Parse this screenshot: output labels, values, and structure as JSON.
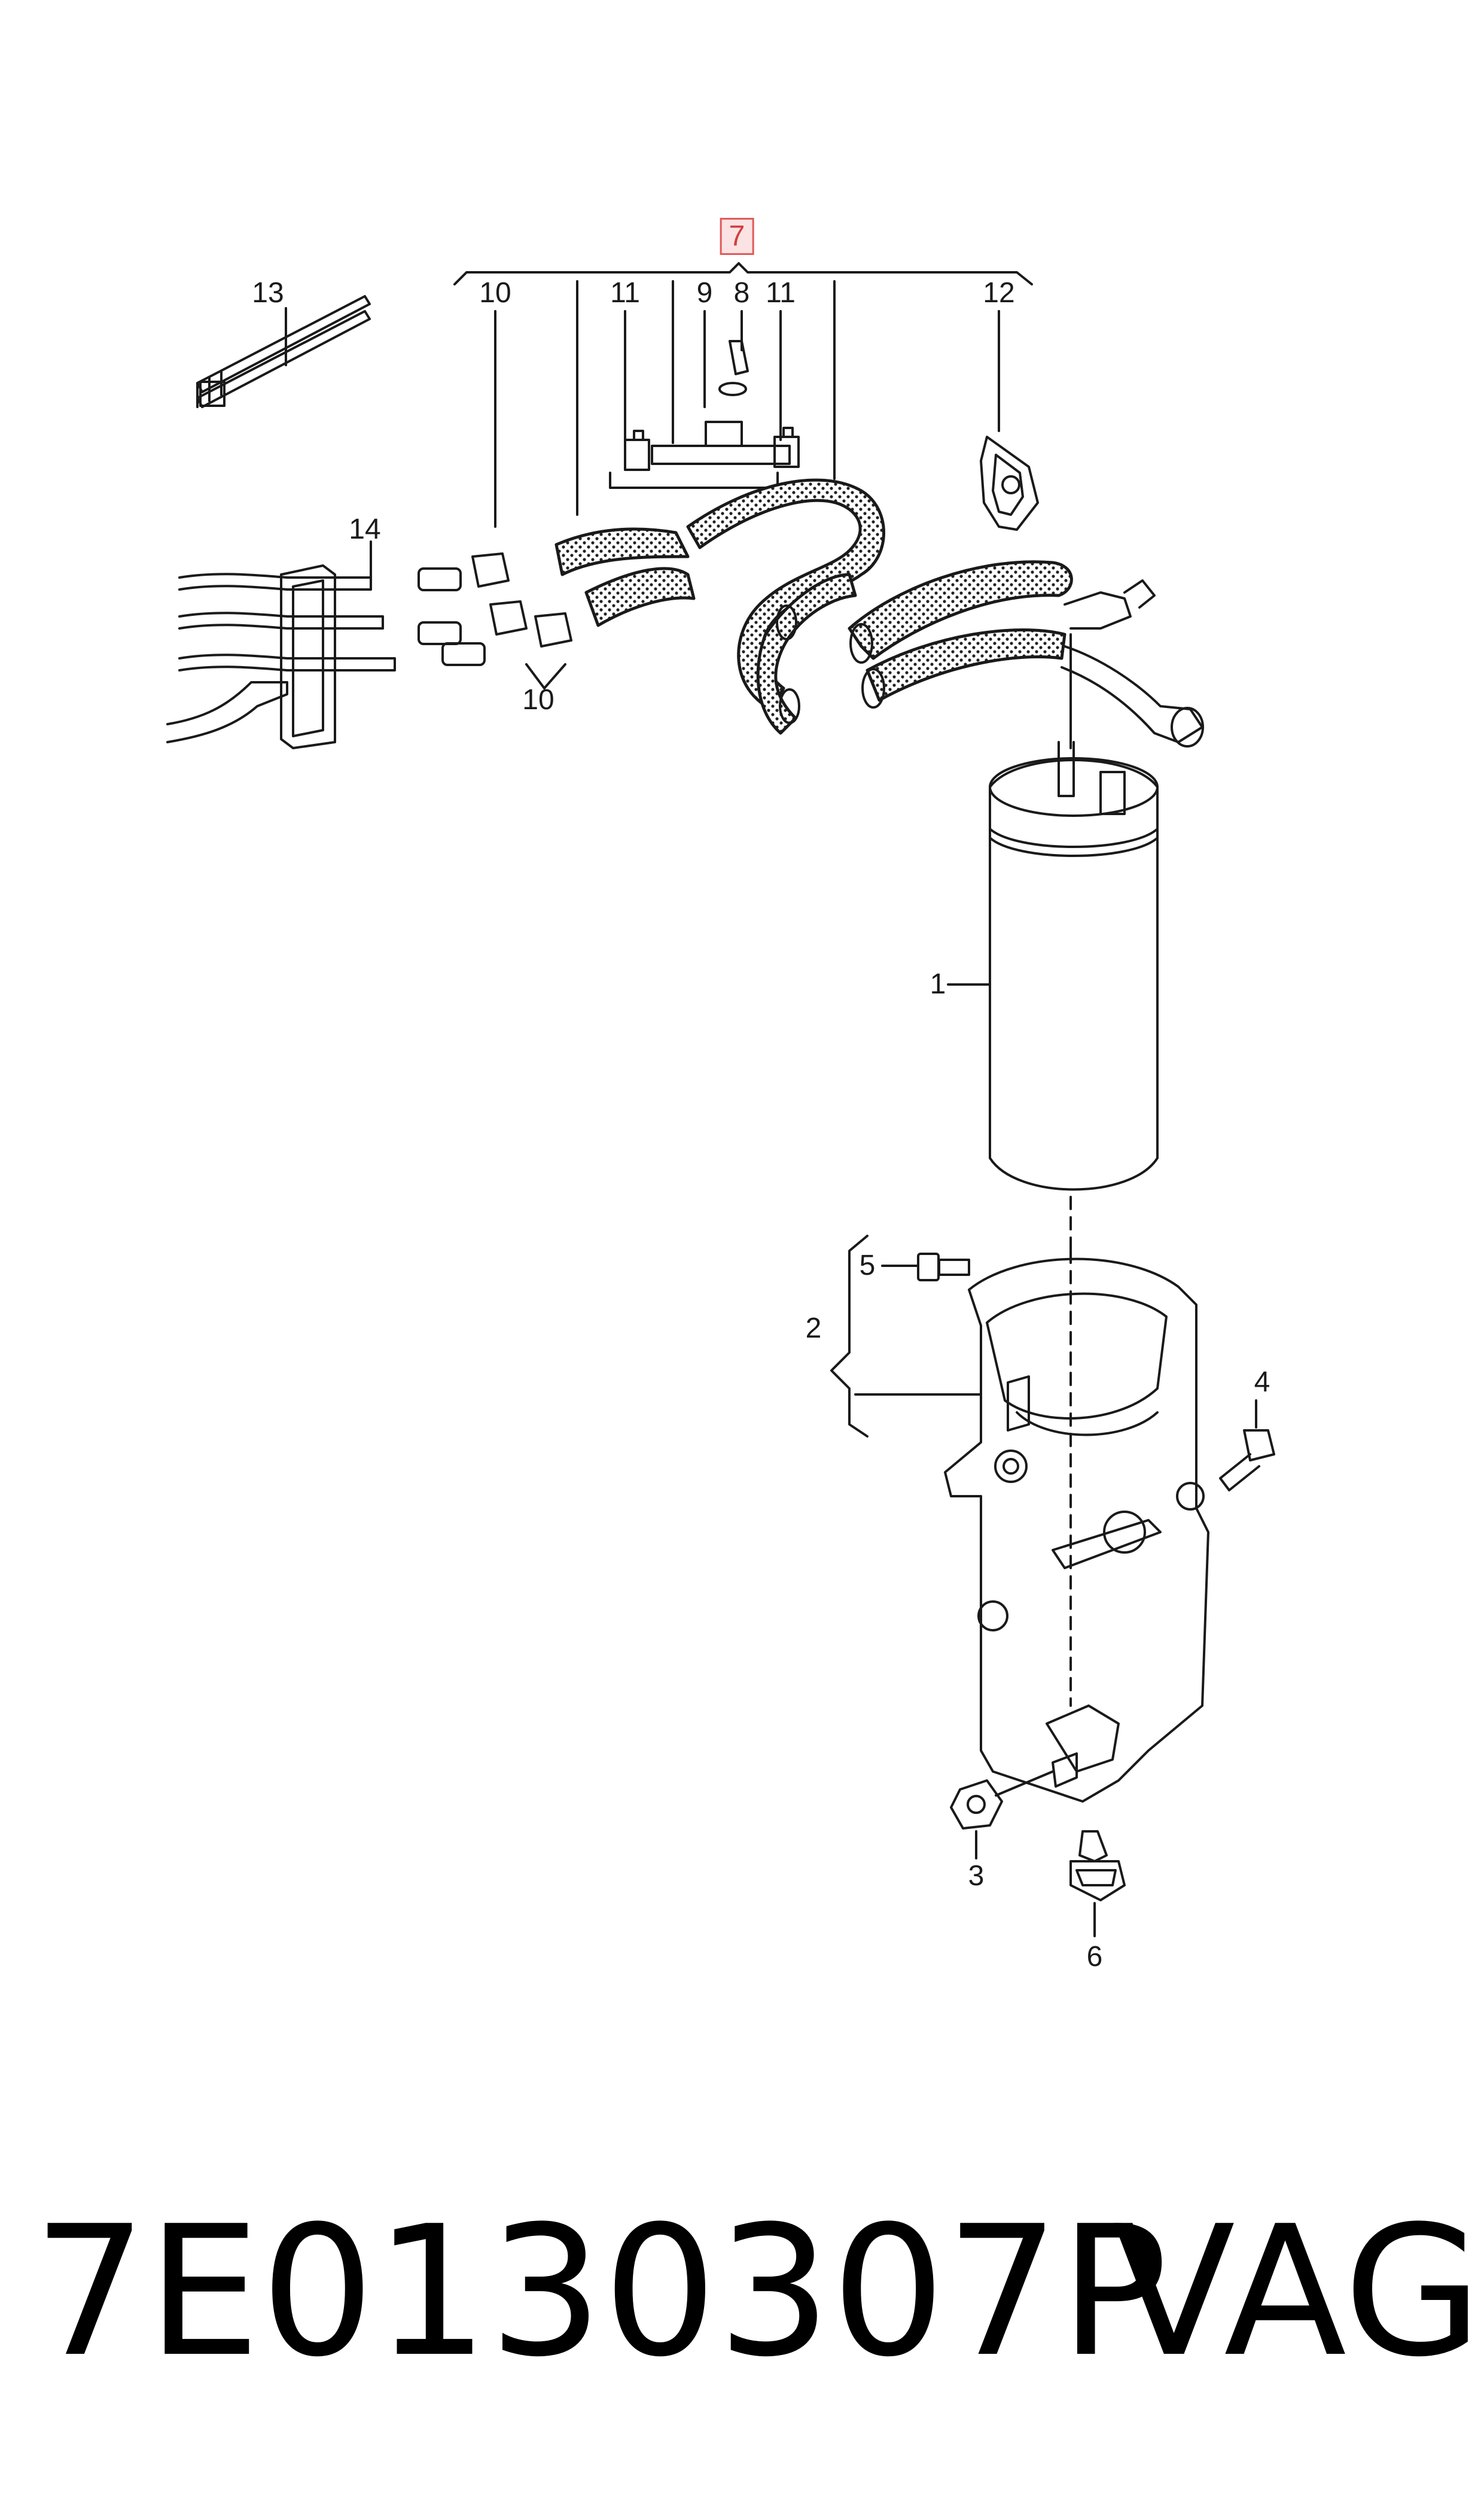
{
  "diagram": {
    "callouts": [
      {
        "id": "7",
        "label": "7",
        "highlighted": true
      },
      {
        "id": "10",
        "label": "10"
      },
      {
        "id": "11",
        "label": "11"
      },
      {
        "id": "9",
        "label": "9"
      },
      {
        "id": "8",
        "label": "8"
      },
      {
        "id": "11b",
        "label": "11"
      },
      {
        "id": "12",
        "label": "12"
      },
      {
        "id": "13",
        "label": "13"
      },
      {
        "id": "14",
        "label": "14"
      },
      {
        "id": "10b",
        "label": "10"
      },
      {
        "id": "1",
        "label": "1"
      },
      {
        "id": "5",
        "label": "5"
      },
      {
        "id": "2",
        "label": "2"
      },
      {
        "id": "4",
        "label": "4"
      },
      {
        "id": "3",
        "label": "3"
      },
      {
        "id": "6",
        "label": "6"
      }
    ],
    "highlight_color": "#e05a5a"
  },
  "footer": {
    "part_number": "7E0130307P",
    "brand": "VAG"
  }
}
